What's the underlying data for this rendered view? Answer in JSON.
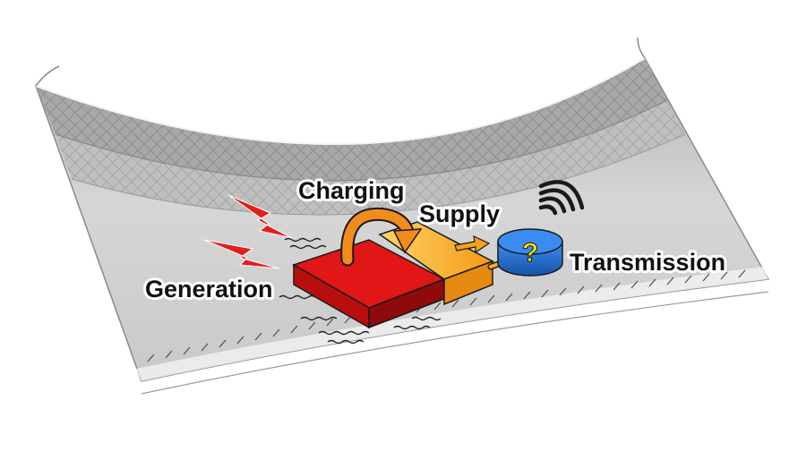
{
  "labels": {
    "generation": "Generation",
    "charging": "Charging",
    "supply": "Supply",
    "transmission": "Transmission",
    "sensor_symbol": "?"
  },
  "colors": {
    "tire_gray": "#cfcfcf",
    "tread_dark": "#9c9c9c",
    "generator_red": "#e11616",
    "battery_orange": "#f6a71c",
    "arrow_orange": "#f28c1c",
    "sensor_blue": "#1f6fd1",
    "question_yellow": "#ffe600"
  }
}
